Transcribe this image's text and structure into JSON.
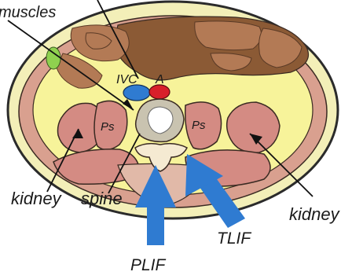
{
  "labels": {
    "muscles": "muscles",
    "ivc": "IVC",
    "aorta": "A",
    "psoas_left": "Ps",
    "psoas_right": "Ps",
    "kidney_left": "kidney",
    "spine": "spine",
    "kidney_right": "kidney",
    "plif": "PLIF",
    "tlif": "TLIF"
  },
  "colors": {
    "body_outline": "#2b2b2b",
    "skin": "#f3efb8",
    "fat": "#f7f39a",
    "muscle": "#d48b83",
    "liver_bowel": "#8b5a35",
    "bowel_light": "#b37a55",
    "ivc": "#2f7bd1",
    "aorta": "#d8202a",
    "spine": "#e9e4d0",
    "arrow": "#2f7bd1",
    "gallbladder": "#8fd14f"
  }
}
